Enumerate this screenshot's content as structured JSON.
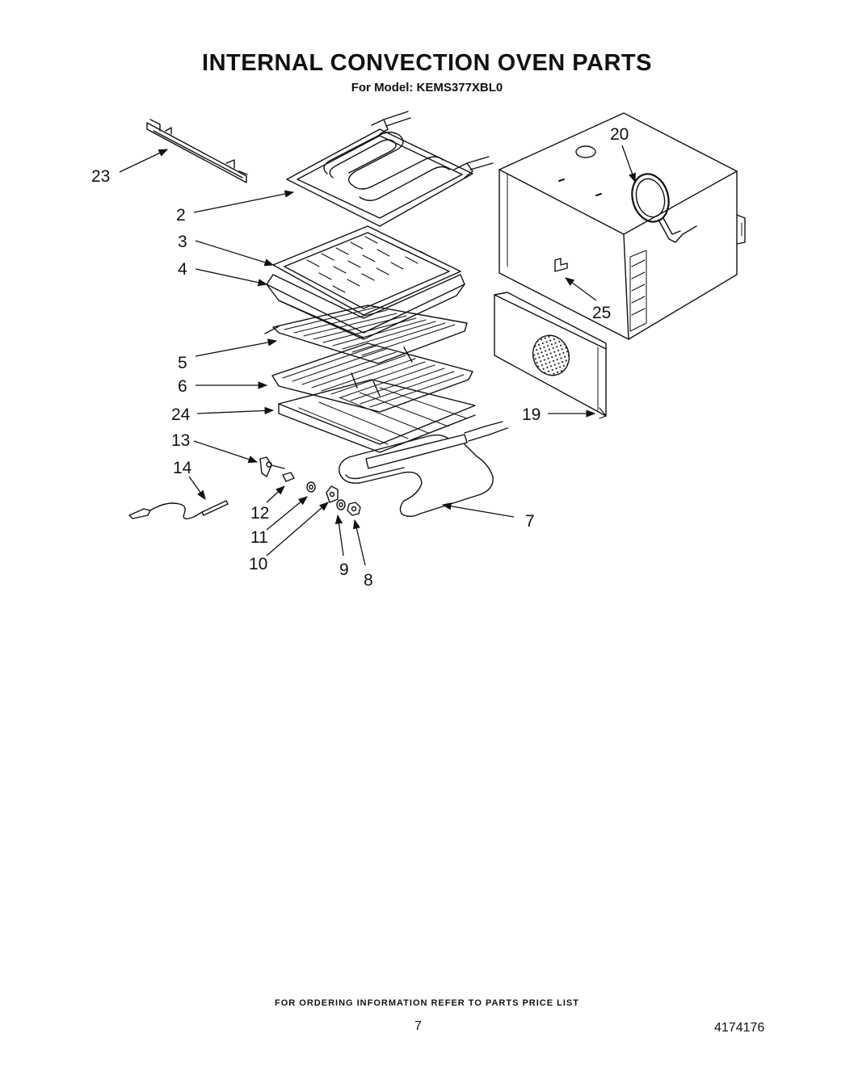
{
  "title": "INTERNAL CONVECTION OVEN PARTS",
  "subtitle": "For Model: KEMS377XBL0",
  "footer_note": "FOR ORDERING INFORMATION REFER TO PARTS PRICE LIST",
  "page_number": "7",
  "document_number": "4174176",
  "callouts": {
    "c2": "2",
    "c3": "3",
    "c4": "4",
    "c5": "5",
    "c6": "6",
    "c7": "7",
    "c8": "8",
    "c9": "9",
    "c10": "10",
    "c11": "11",
    "c12": "12",
    "c13": "13",
    "c14": "14",
    "c19": "19",
    "c20": "20",
    "c23": "23",
    "c24": "24",
    "c25": "25"
  }
}
